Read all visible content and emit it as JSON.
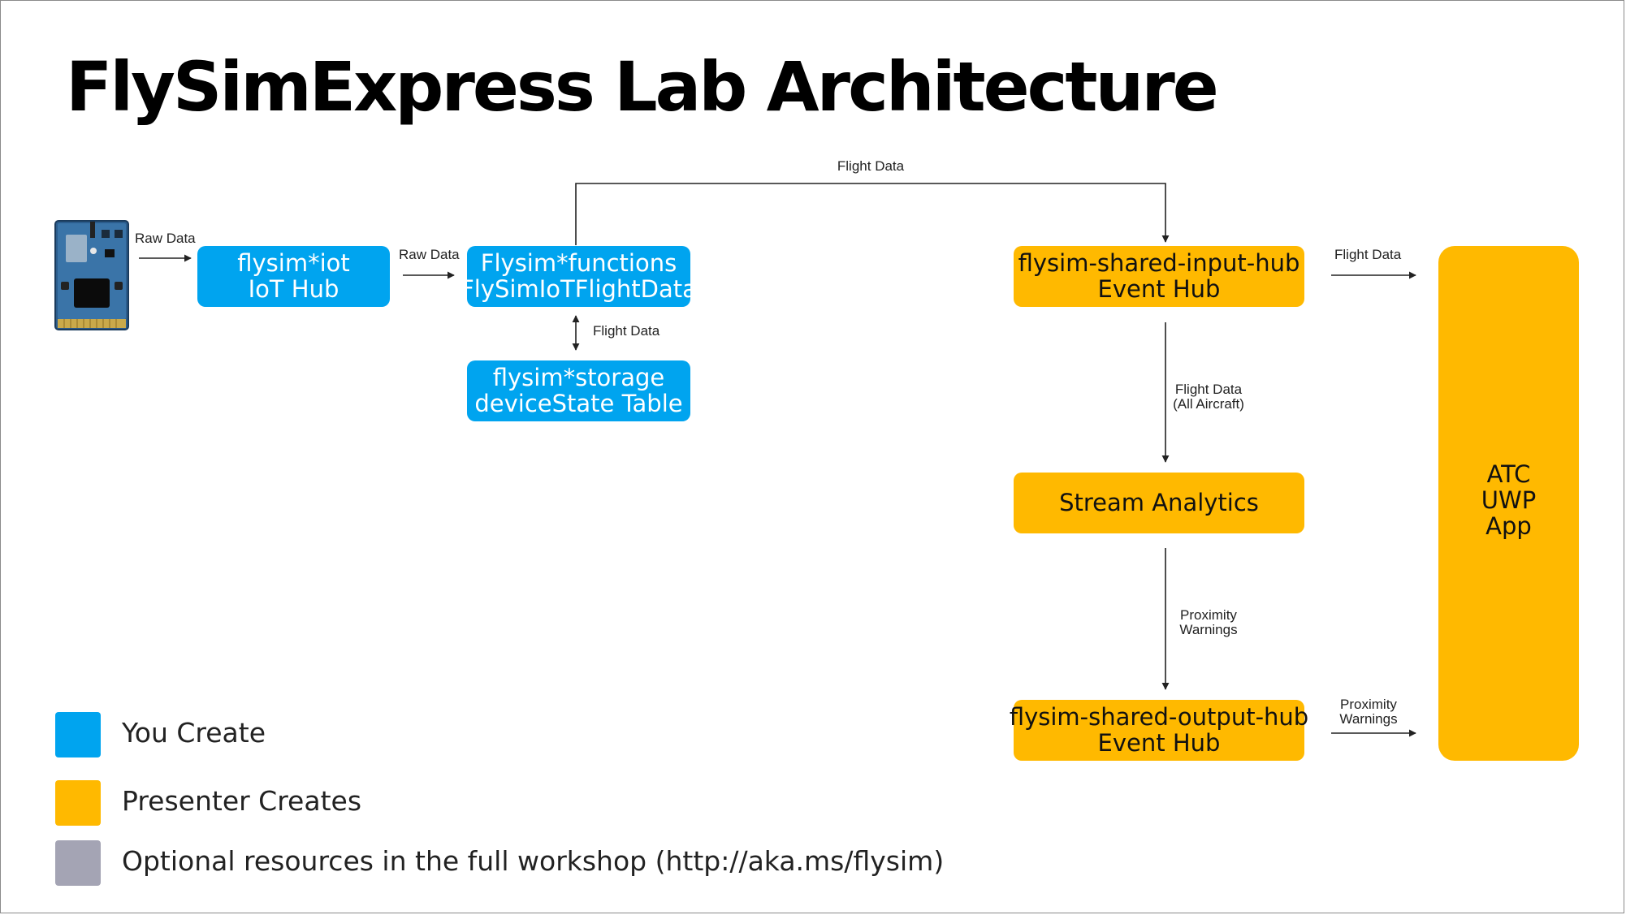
{
  "title": "FlySimExpress Lab Architecture",
  "colors": {
    "you_create": "#00a4ef",
    "presenter_creates": "#ffb900",
    "optional": "#a4a4b4"
  },
  "device": {
    "icon": "iot-devkit-board-icon"
  },
  "nodes": {
    "iot_hub": {
      "line1": "flysim*iot",
      "line2": "IoT Hub"
    },
    "functions": {
      "line1": "Flysim*functions",
      "line2": "FlySimIoTFlightData"
    },
    "storage": {
      "line1": "flysim*storage",
      "line2": "deviceState Table"
    },
    "input_hub": {
      "line1": "flysim-shared-input-hub",
      "line2": "Event Hub"
    },
    "stream_analytics": {
      "line1": "Stream Analytics"
    },
    "output_hub": {
      "line1": "flysim-shared-output-hub",
      "line2": "Event Hub"
    },
    "atc_app": {
      "line1": "ATC",
      "line2": "UWP",
      "line3": "App"
    }
  },
  "edges": {
    "device_to_iot": {
      "label": "Raw Data"
    },
    "iot_to_functions": {
      "label": "Raw Data"
    },
    "functions_to_input_hub": {
      "label": "Flight Data"
    },
    "functions_storage": {
      "label": "Flight Data"
    },
    "input_hub_to_sa": {
      "line1": "Flight Data",
      "line2": "(All Aircraft)"
    },
    "sa_to_output_hub": {
      "line1": "Proximity",
      "line2": "Warnings"
    },
    "input_hub_to_atc": {
      "label": "Flight Data"
    },
    "output_hub_to_atc": {
      "line1": "Proximity",
      "line2": "Warnings"
    }
  },
  "legend": {
    "you_create": "You Create",
    "presenter_creates": "Presenter Creates",
    "optional": "Optional resources in the full workshop (http://aka.ms/flysim)"
  }
}
